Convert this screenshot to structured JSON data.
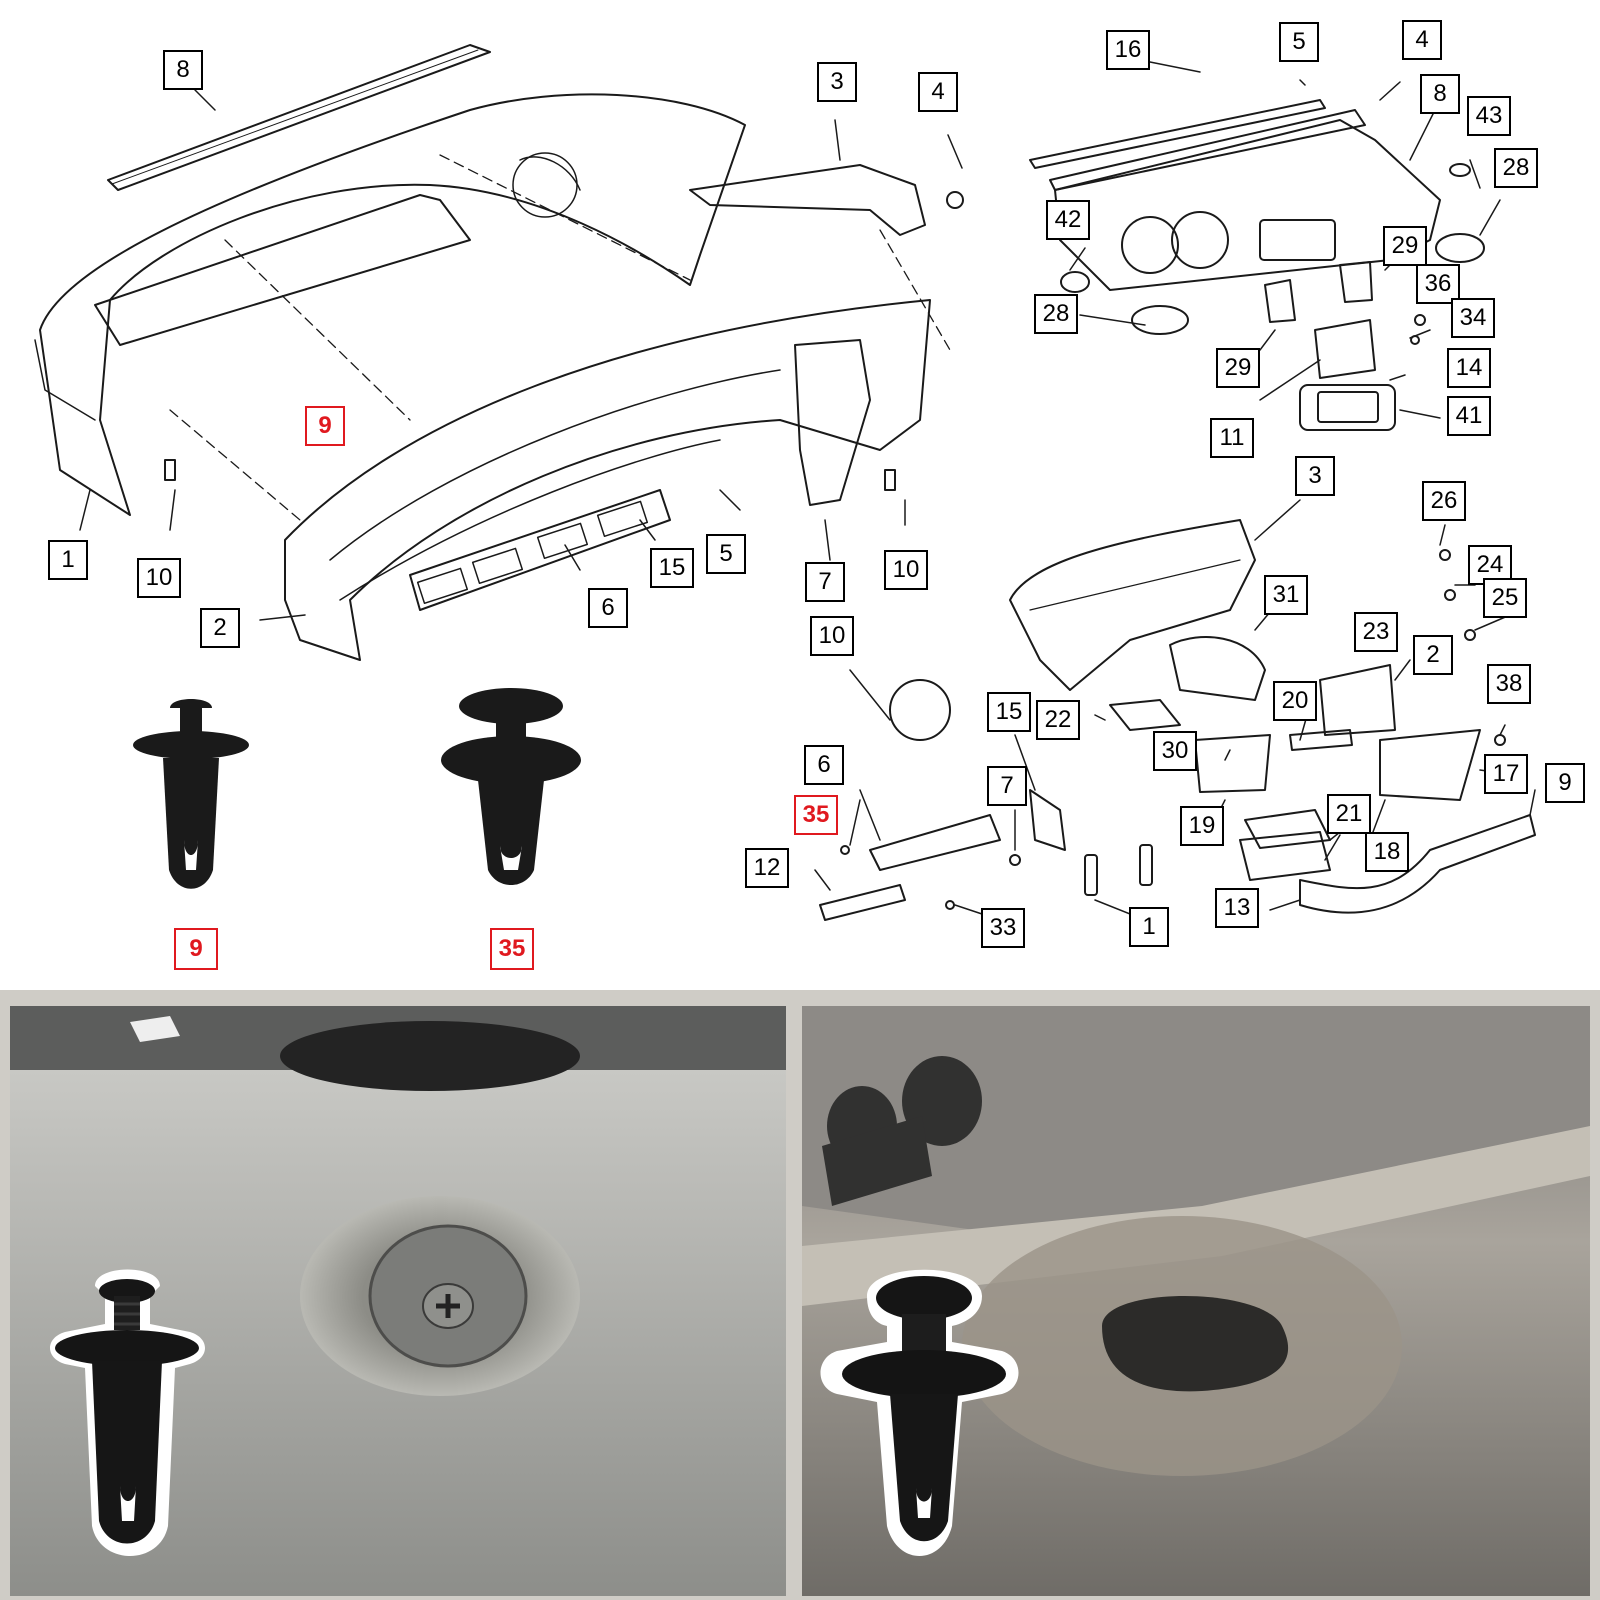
{
  "colors": {
    "highlight": "#e0191f",
    "line": "#1a1a1a",
    "frame": "#cfccc6"
  },
  "bumper_diagram": {
    "callouts": [
      "8",
      "3",
      "4",
      "9",
      "1",
      "10",
      "2",
      "15",
      "5",
      "6",
      "7",
      "10"
    ]
  },
  "dashboard_diagram": {
    "callouts": [
      "16",
      "5",
      "4",
      "8",
      "43",
      "28",
      "42",
      "29",
      "36",
      "28",
      "34",
      "29",
      "14",
      "11",
      "41",
      "3",
      "26",
      "24",
      "25",
      "31",
      "23",
      "2",
      "10",
      "15",
      "22",
      "20",
      "38",
      "30",
      "17",
      "6",
      "35",
      "7",
      "9",
      "19",
      "21",
      "18",
      "12",
      "33",
      "1",
      "13"
    ]
  },
  "clips": [
    {
      "label": "9",
      "icon": "push-rivet-screw-icon"
    },
    {
      "label": "35",
      "icon": "push-rivet-flat-icon"
    }
  ]
}
